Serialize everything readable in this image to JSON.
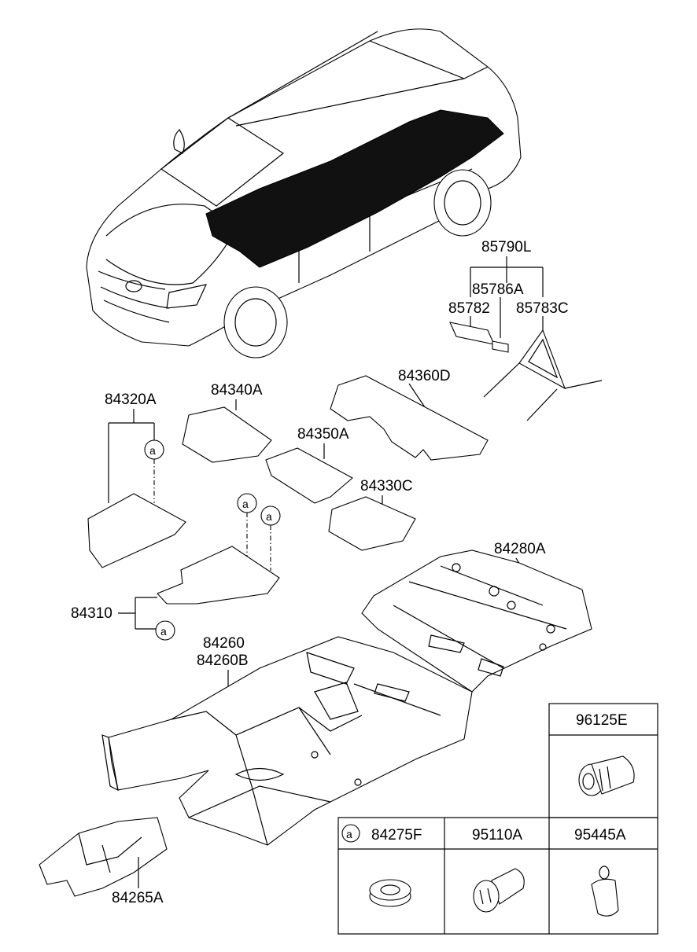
{
  "callouts": {
    "kit": "85790L",
    "kit_part_a": "85786A",
    "kit_part_b": "85782",
    "kit_part_c": "85783C",
    "rear_mat": "84360D",
    "mat_front_left": "84340A",
    "mat_middle": "84350A",
    "mat_front_right": "84320A",
    "mat_rear_small": "84330C",
    "rear_carpet": "84280A",
    "floor_mat": "84310",
    "floor_carpet": "84260",
    "floor_carpet_alt": "84260B",
    "under_tray": "84265A"
  },
  "markers": {
    "ref_a": "a"
  },
  "parts_table": {
    "top_header": "96125E",
    "headers": [
      "84275F",
      "95110A",
      "95445A"
    ],
    "marker": "a"
  }
}
